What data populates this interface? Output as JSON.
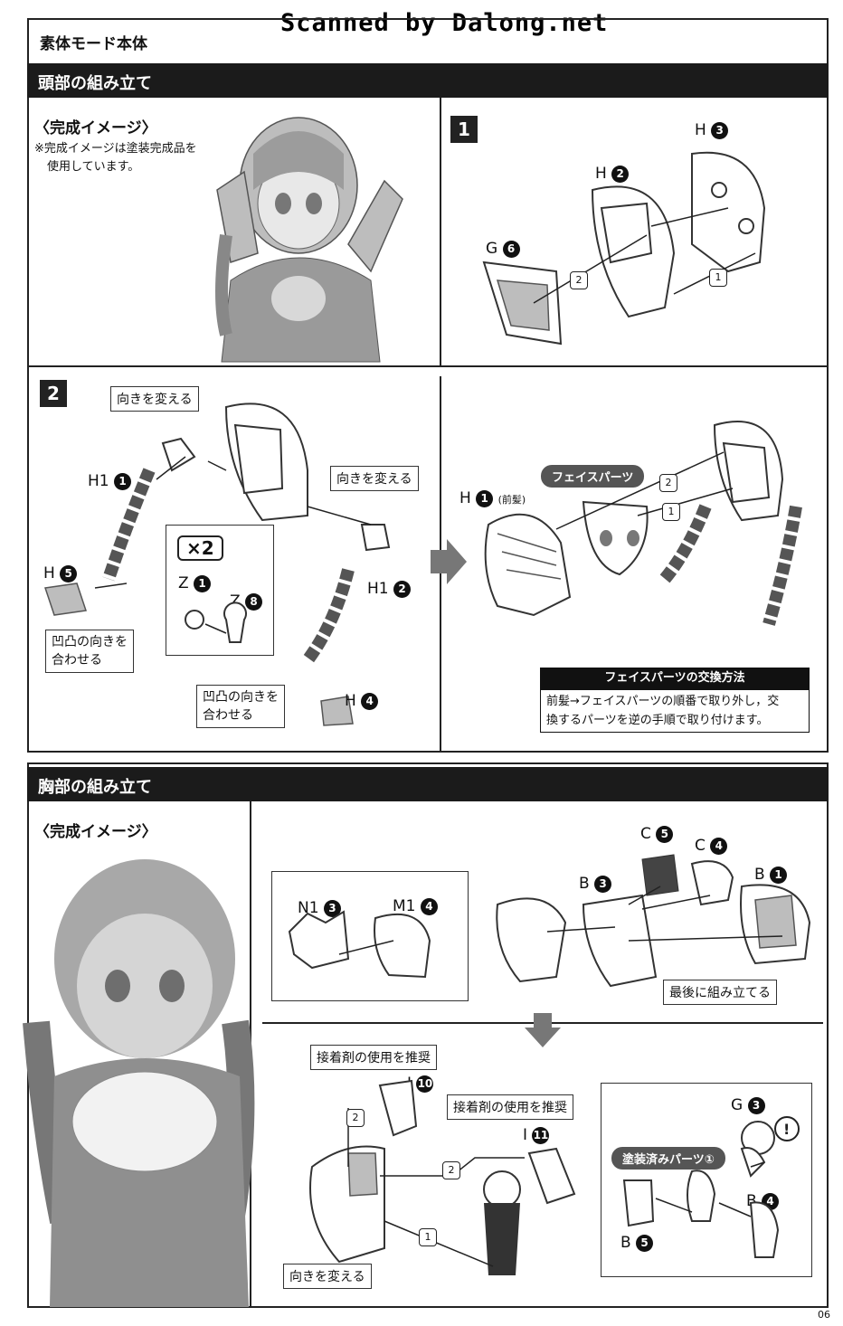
{
  "watermark": "Scanned by Dalong.net",
  "mode_title": "素体モード本体",
  "head_section": {
    "title": "頭部の組み立て",
    "finished_label": "〈完成イメージ〉",
    "finished_note_1": "※完成イメージは塗装完成品を",
    "finished_note_2": "使用しています。",
    "step1": {
      "number": "1",
      "parts": [
        {
          "letter": "H",
          "num": "3"
        },
        {
          "letter": "H",
          "num": "2"
        },
        {
          "letter": "G",
          "num": "6"
        }
      ],
      "arrows": [
        "2",
        "1"
      ]
    },
    "step2": {
      "number": "2",
      "callout_turn_1": "向きを変える",
      "callout_turn_2": "向きを変える",
      "callout_align_1a": "凹凸の向きを",
      "callout_align_1b": "合わせる",
      "callout_align_2a": "凹凸の向きを",
      "callout_align_2b": "合わせる",
      "times": "×2",
      "parts": {
        "h1_1": {
          "letter": "H1",
          "num": "1"
        },
        "h5": {
          "letter": "H",
          "num": "5"
        },
        "z1": {
          "letter": "Z",
          "num": "1"
        },
        "z8": {
          "letter": "Z",
          "num": "8"
        },
        "h1_2": {
          "letter": "H1",
          "num": "2"
        },
        "h4": {
          "letter": "H",
          "num": "4"
        },
        "h1_front": {
          "letter": "H",
          "num": "1",
          "suffix": "(前髪)"
        }
      },
      "face_parts_pill": "フェイスパーツ",
      "arrows": [
        "2",
        "1"
      ],
      "info_title": "フェイスパーツの交換方法",
      "info_line_1": "前髪→フェイスパーツの順番で取り外し，交",
      "info_line_2": "換するパーツを逆の手順で取り付けます。"
    }
  },
  "chest_section": {
    "title": "胸部の組み立て",
    "finished_label": "〈完成イメージ〉",
    "parts": {
      "c5": {
        "letter": "C",
        "num": "5"
      },
      "c4": {
        "letter": "C",
        "num": "4"
      },
      "b3": {
        "letter": "B",
        "num": "3"
      },
      "b1": {
        "letter": "B",
        "num": "1"
      },
      "n1_3": {
        "letter": "N1",
        "num": "3"
      },
      "m1_4": {
        "letter": "M1",
        "num": "4"
      },
      "i10": {
        "letter": "I",
        "num": "10"
      },
      "i11": {
        "letter": "I",
        "num": "11"
      },
      "g3": {
        "letter": "G",
        "num": "3"
      },
      "b4": {
        "letter": "B",
        "num": "4"
      },
      "b5": {
        "letter": "B",
        "num": "5"
      }
    },
    "callout_last": "最後に組み立てる",
    "callout_glue_1": "接着剤の使用を推奨",
    "callout_glue_2": "接着剤の使用を推奨",
    "callout_turn": "向きを変える",
    "painted_pill": "塗装済みパーツ①",
    "arrows": [
      "2",
      "2",
      "1"
    ]
  },
  "page_number": "06"
}
